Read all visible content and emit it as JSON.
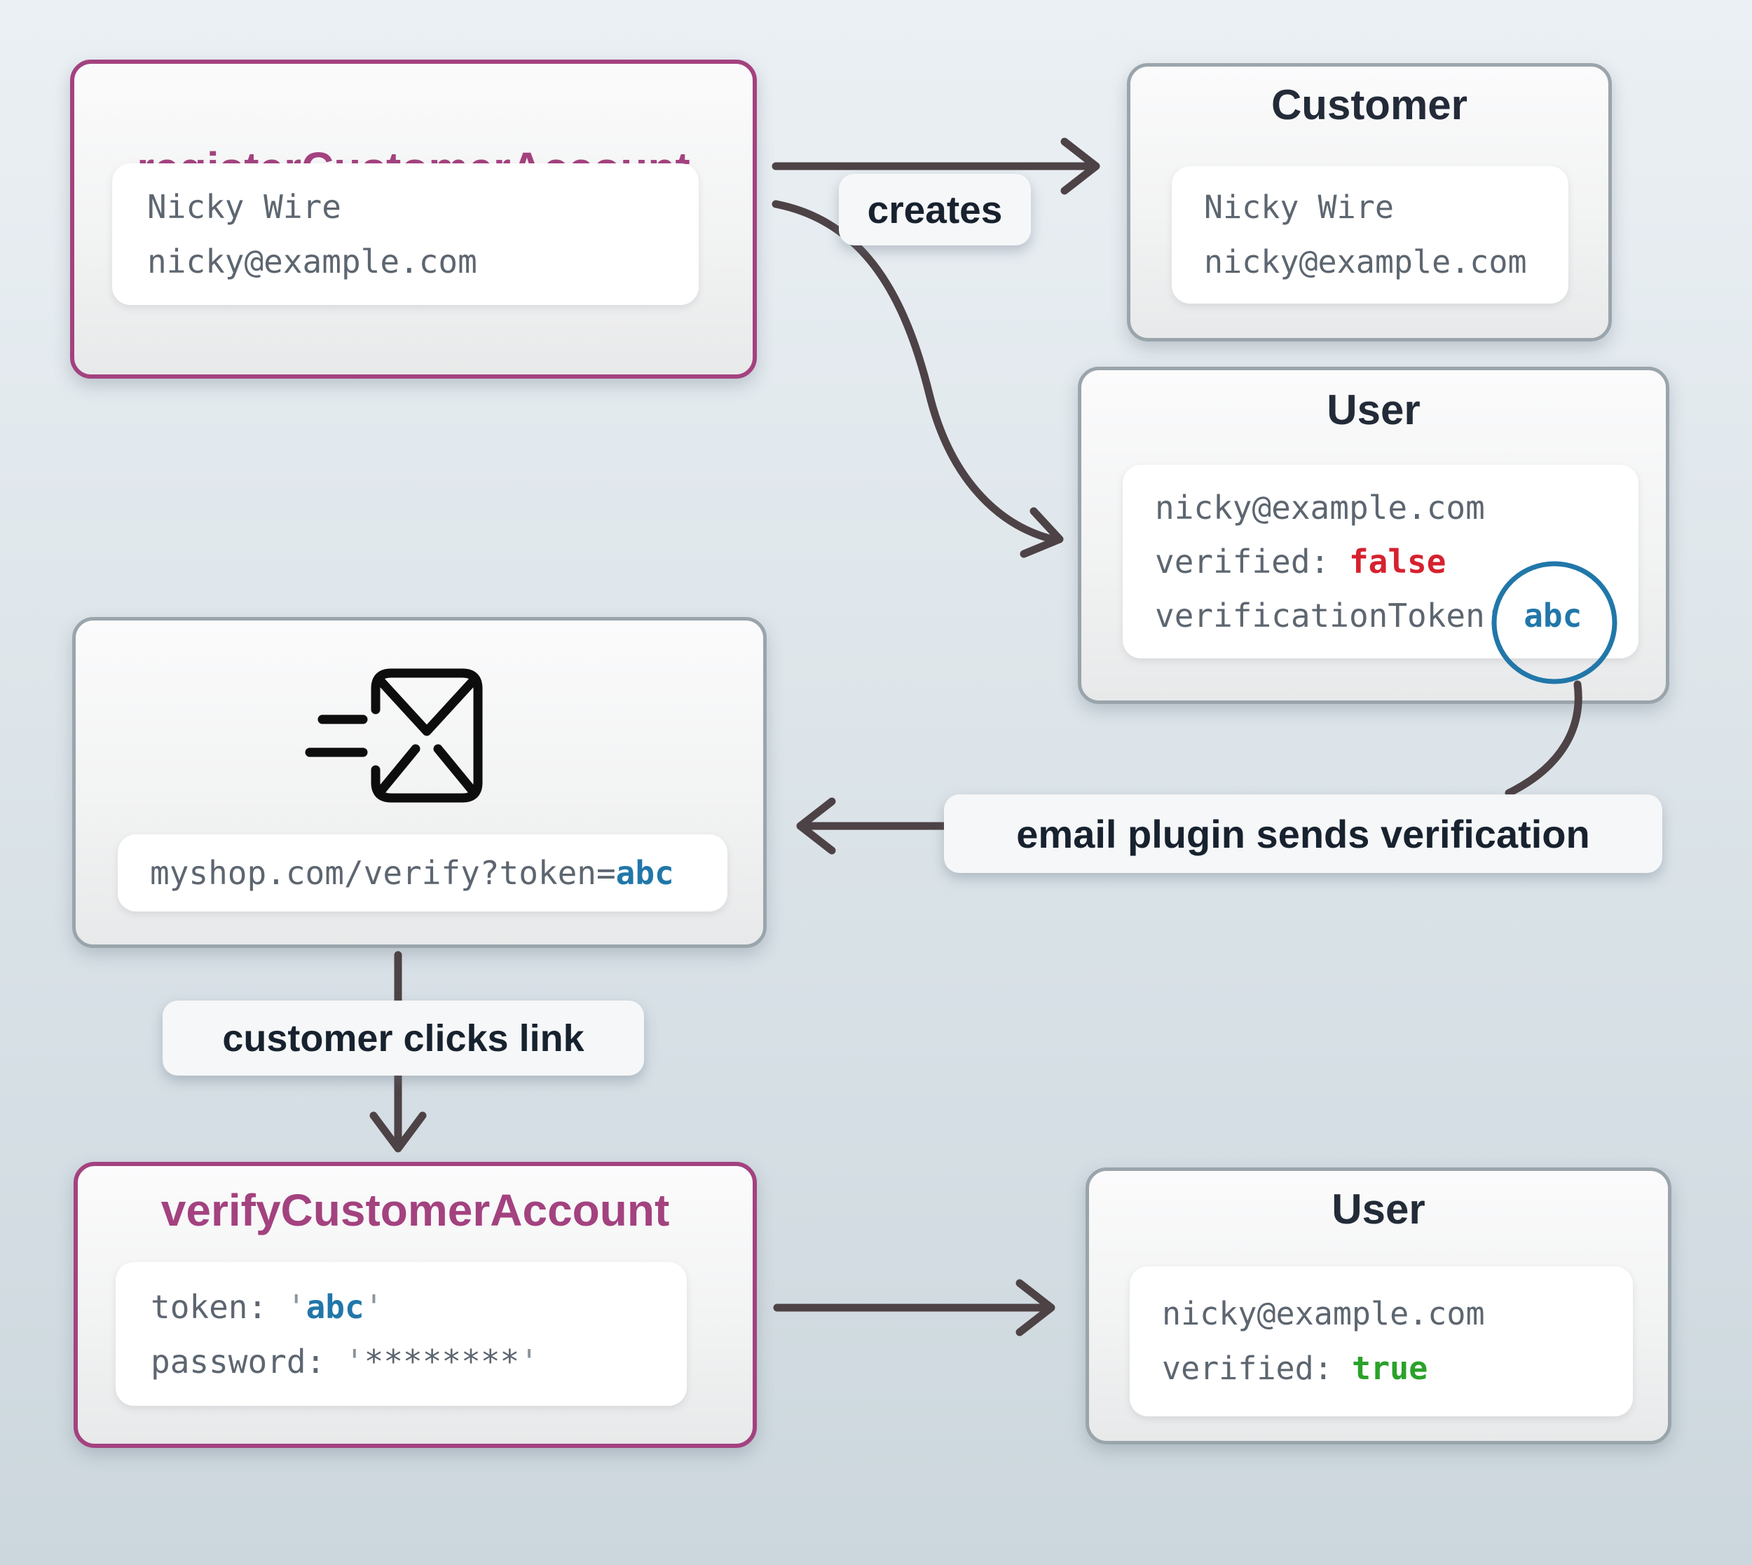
{
  "colors": {
    "purple": "#a3427f",
    "grayBorder": "#9aa5ab",
    "titleDark": "#232b38",
    "monoText": "#5d6670",
    "falseRed": "#d6212e",
    "trueGreen": "#2aa22a",
    "tokenBlue": "#2177a9",
    "arrow": "#4d4245",
    "labelText": "#18222f",
    "quoteGray": "#8b949c",
    "cardWhite": "#ffffff",
    "bgTop": "#ebf0f4",
    "bgBottom": "#ccd7dd",
    "iconBlack": "#0d0d0d"
  },
  "nodes": {
    "register": {
      "title": "registerCustomerAccount",
      "name": "Nicky Wire",
      "email": "nicky@example.com"
    },
    "customer": {
      "title": "Customer",
      "name": "Nicky Wire",
      "email": "nicky@example.com"
    },
    "user_unverified": {
      "title": "User",
      "email": "nicky@example.com",
      "verified_key": "verified: ",
      "verified_value": "false",
      "token_key": "verificationToken: ",
      "token_value": "abc"
    },
    "email_message": {
      "icon": "send-email-icon",
      "link_prefix": "myshop.com/verify?token=",
      "link_token": "abc"
    },
    "verify": {
      "title": "verifyCustomerAccount",
      "token_key": "token: ",
      "quote": "'",
      "token_value": "abc",
      "password_key": "password: ",
      "password_stars": "********"
    },
    "user_verified": {
      "title": "User",
      "email": "nicky@example.com",
      "verified_key": "verified: ",
      "verified_value": "true"
    }
  },
  "labels": {
    "creates": "creates",
    "email_plugin": "email plugin sends verification",
    "customer_clicks": "customer clicks link"
  }
}
